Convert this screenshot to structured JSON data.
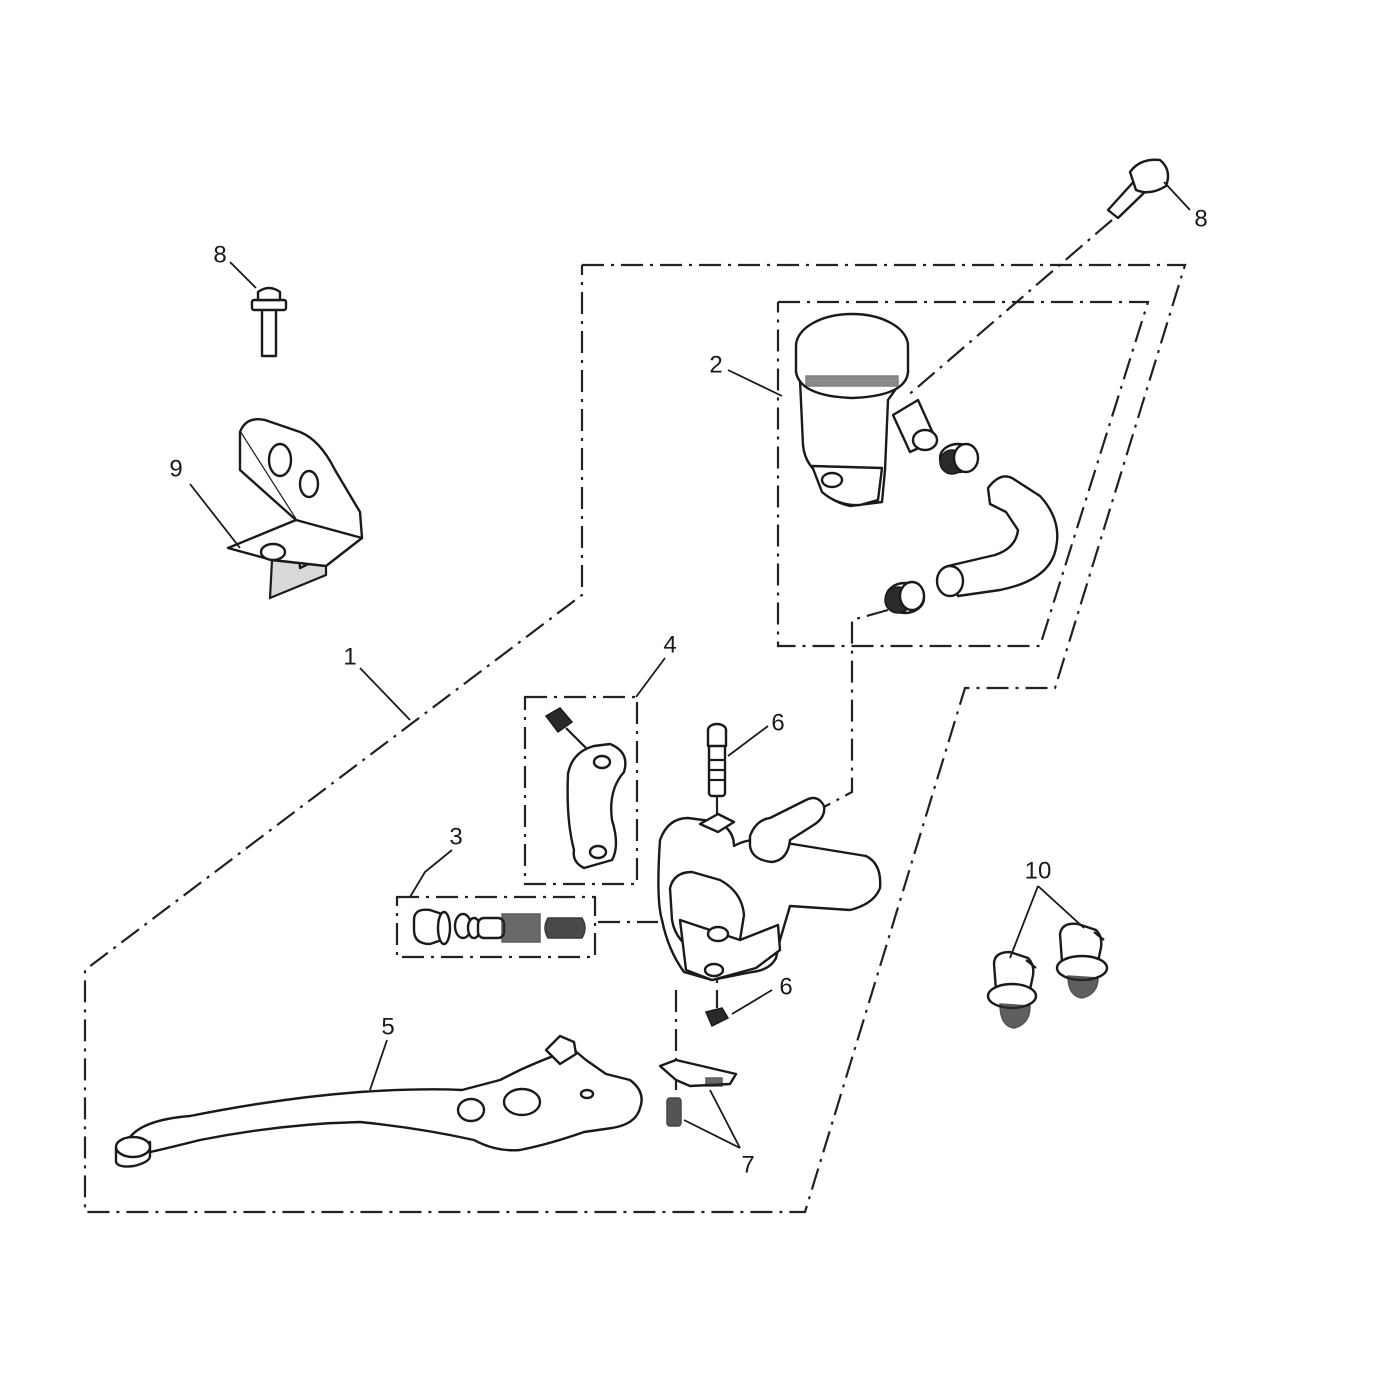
{
  "callouts": {
    "c1": "1",
    "c2": "2",
    "c3": "3",
    "c4": "4",
    "c5": "5",
    "c6a": "6",
    "c6b": "6",
    "c7": "7",
    "c8a": "8",
    "c8b": "8",
    "c9": "9",
    "c10": "10"
  }
}
